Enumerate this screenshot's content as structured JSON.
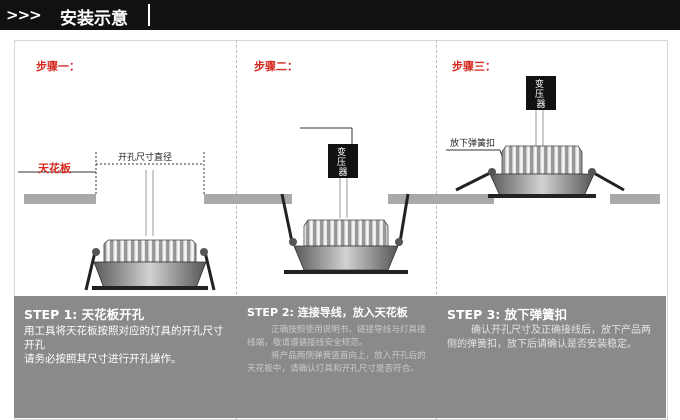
{
  "header": {
    "arrows": ">>>",
    "title": "安装示意"
  },
  "steps": [
    {
      "label": "步骤一：",
      "caption_title": "STEP 1:  天花板开孔",
      "caption_lines": [
        "用工具将天花板按照对应的灯具的开孔尺寸开孔",
        "请务必按照其尺寸进行开孔操作。"
      ]
    },
    {
      "label": "步骤二：",
      "caption_title": "STEP 2:  连接导线，放入天花板",
      "caption_lines": [
        "正确按照使用说明书，链接导线与灯具接线端，敬请遵循接线安全规范。",
        "将产品两侧弹簧竖直向上，放入开孔后的天花板中，请确认灯具和开孔尺寸是否符合。"
      ]
    },
    {
      "label": "步骤三：",
      "caption_title": "STEP 3:  放下弹簧扣",
      "caption_lines": [
        "确认开孔尺寸及正确接线后，放下产品两侧的弹簧扣，放下后请确认是否安装稳定。"
      ]
    }
  ],
  "labels": {
    "ceiling": "天花板",
    "hole_size": "开孔尺寸直径",
    "driver": "变压器",
    "spring_clip": "放下弹簧扣"
  },
  "colors": {
    "header_bg": "#111111",
    "accent_red": "#d6291f",
    "caption_bg": "#8a8a8a",
    "ceiling": "#a9a9a9"
  }
}
